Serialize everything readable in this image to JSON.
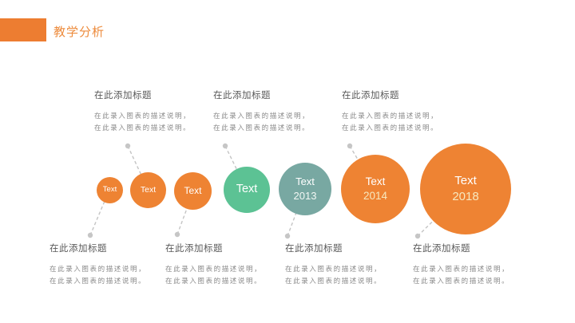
{
  "header": {
    "title": "教学分析"
  },
  "colors": {
    "accent_orange": "#ED7D31",
    "circle_orange": "#EE8333",
    "circle_green": "#5CC294",
    "circle_teal": "#78A8A2",
    "connector_gray": "#C4C4C4",
    "title_text": "#5A5A5A",
    "body_text": "#8A8A8A",
    "year_text": "#F7E8BE"
  },
  "top_blocks": [
    {
      "title": "在此添加标题",
      "line1": "在此录入图表的描述说明，",
      "line2": "在此录入图表的描述说明。"
    },
    {
      "title": "在此添加标题",
      "line1": "在此录入图表的描述说明，",
      "line2": "在此录入图表的描述说明。"
    },
    {
      "title": "在此添加标题",
      "line1": "在此录入图表的描述说明，",
      "line2": "在此录入图表的描述说明。"
    }
  ],
  "bottom_blocks": [
    {
      "title": "在此添加标题",
      "line1": "在此录入图表的描述说明，",
      "line2": "在此录入图表的描述说明。"
    },
    {
      "title": "在此添加标题",
      "line1": "在此录入图表的描述说明，",
      "line2": "在此录入图表的描述说明。"
    },
    {
      "title": "在此添加标题",
      "line1": "在此录入图表的描述说明，",
      "line2": "在此录入图表的描述说明。"
    },
    {
      "title": "在此添加标题",
      "line1": "在此录入图表的描述说明，",
      "line2": "在此录入图表的描述说明。"
    }
  ],
  "circles": [
    {
      "label": "Text"
    },
    {
      "label": "Text"
    },
    {
      "label": "Text"
    },
    {
      "label": "Text"
    },
    {
      "label": "Text",
      "year": "2013"
    },
    {
      "label": "Text",
      "year": "2014"
    },
    {
      "label": "Text",
      "year": "2018"
    }
  ]
}
